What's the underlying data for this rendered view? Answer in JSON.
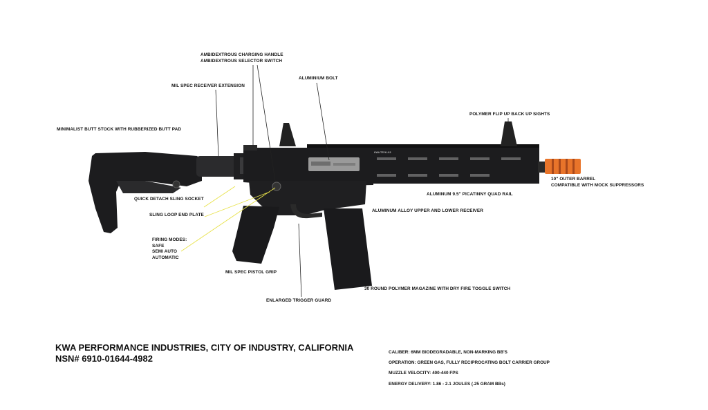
{
  "callouts": {
    "charging_handle": [
      "AMBIDEXTROUS CHARGING HANDLE",
      "AMBIDEXTROUS SELECTOR SWITCH"
    ],
    "receiver_extension": "MIL SPEC RECEIVER EXTENSION",
    "bolt": "ALUMINIUM BOLT",
    "sights": "POLYMER FLIP UP BACK UP SIGHTS",
    "stock": "MINIMALIST BUTT STOCK WITH RUBBERIZED BUTT PAD",
    "barrel": [
      "10\" OUTER BARREL",
      "COMPATIBLE WITH MOCK SUPPRESSORS"
    ],
    "quad_rail": "ALUMINUM 9.5\" PICATINNY QUAD RAIL",
    "sling_socket": "QUICK DETACH SLING SOCKET",
    "sling_plate": "SLING LOOP END PLATE",
    "receiver": "ALUMINUM ALLOY UPPER AND LOWER RECEIVER",
    "firing_modes": [
      "FIRING MODES:",
      "SAFE",
      "SEMI AUTO",
      "AUTOMATIC"
    ],
    "pistol_grip": "MIL SPEC PISTOL GRIP",
    "magazine": "30 ROUND POLYMER MAGAZINE WITH DRY FIRE TOGGLE SWITCH",
    "trigger_guard": "ENLARGED TRIGGER GUARD"
  },
  "rifle_marking": "KWA TRYK-9.5",
  "company": {
    "line1": "KWA PERFORMANCE INDUSTRIES, CITY OF INDUSTRY, CALIFORNIA",
    "line2": "NSN# 6910-01644-4982"
  },
  "specs": [
    "CALIBER: 6MM BIODEGRADABLE, NON-MARKING BB'S",
    "OPERATION: GREEN GAS, FULLY RECIPROCATING BOLT CARRIER GROUP",
    "MUZZLE VELOCITY: 400-440 FPS",
    "ENERGY DELIVERY: 1.86 - 2.1 JOULES (.25 GRAM BBs)"
  ],
  "colors": {
    "rifle_body": "#1c1c1e",
    "bolt_silver": "#9a9a9a",
    "muzzle_orange": "#e8742a",
    "leader_black": "#222222",
    "leader_yellow": "#e8e24a"
  }
}
